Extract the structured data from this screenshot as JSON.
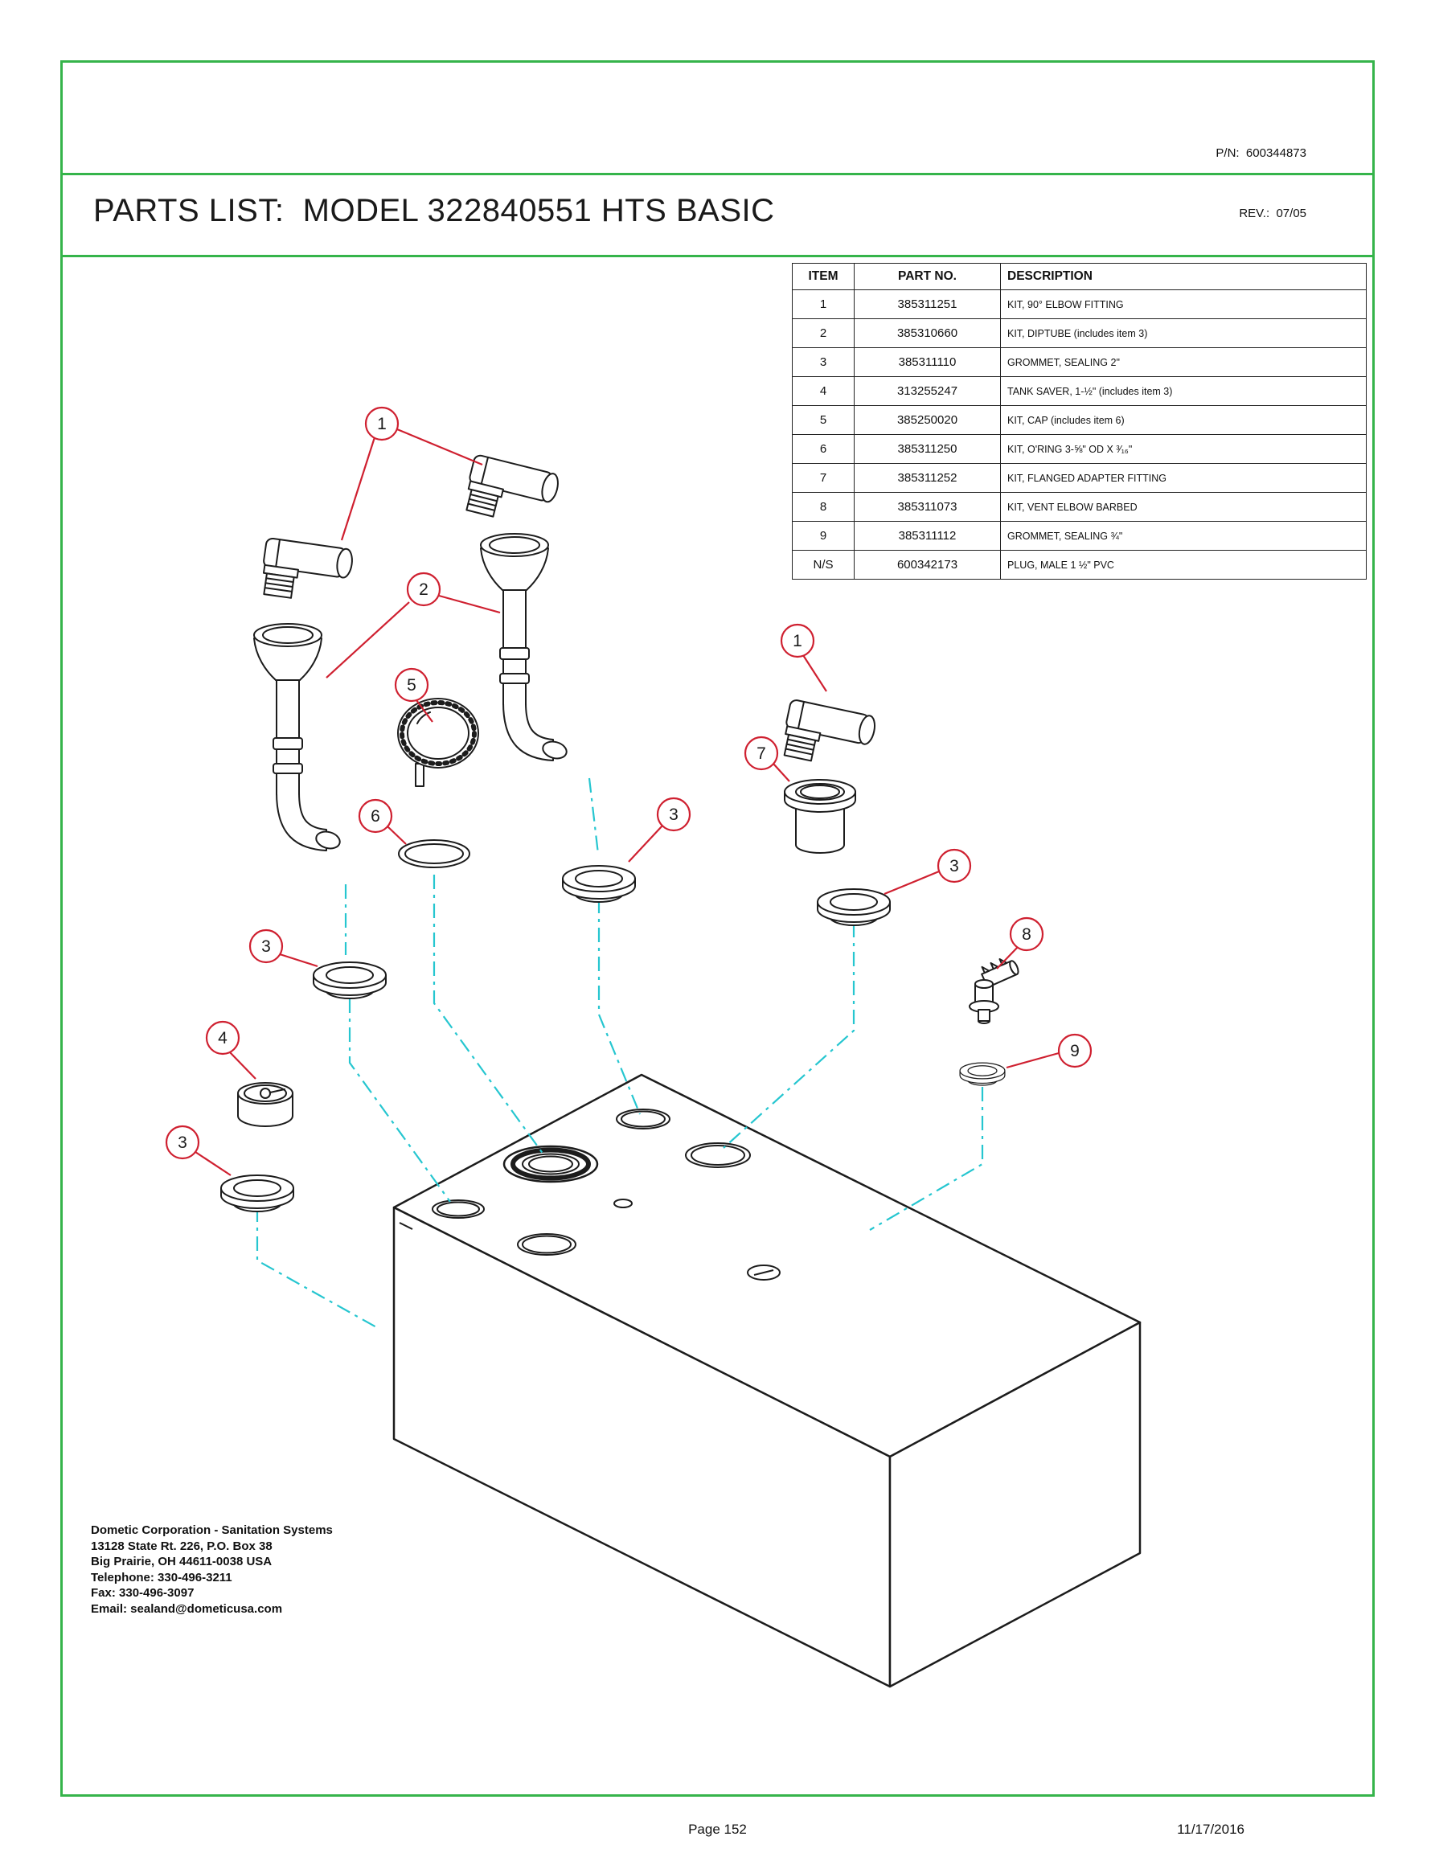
{
  "colors": {
    "frame_green": "#35b44a",
    "callout_red": "#cf2030",
    "centerline_cyan": "#26c6d0",
    "line_black": "#1c1c1c"
  },
  "header": {
    "pn_line": "P/N:  600344873",
    "rev_line": "REV.:  07/05",
    "title": "PARTS LIST:  MODEL 322840551 HTS BASIC"
  },
  "table": {
    "headers": [
      "ITEM",
      "PART NO.",
      "DESCRIPTION"
    ],
    "rows": [
      {
        "item": "1",
        "part_no": "385311251",
        "description": "KIT, 90° ELBOW FITTING"
      },
      {
        "item": "2",
        "part_no": "385310660",
        "description": "KIT, DIPTUBE (includes item 3)"
      },
      {
        "item": "3",
        "part_no": "385311110",
        "description": "GROMMET, SEALING 2\""
      },
      {
        "item": "4",
        "part_no": "313255247",
        "description": "TANK SAVER, 1-½\" (includes item 3)"
      },
      {
        "item": "5",
        "part_no": "385250020",
        "description": "KIT, CAP (includes item 6)"
      },
      {
        "item": "6",
        "part_no": "385311250",
        "description": "KIT, O'RING 3-⅝\" OD X ³⁄₁₆\""
      },
      {
        "item": "7",
        "part_no": "385311252",
        "description": "KIT, FLANGED ADAPTER FITTING"
      },
      {
        "item": "8",
        "part_no": "385311073",
        "description": "KIT, VENT ELBOW BARBED"
      },
      {
        "item": "9",
        "part_no": "385311112",
        "description": "GROMMET, SEALING ¾\""
      },
      {
        "item": "N/S",
        "part_no": "600342173",
        "description": "PLUG, MALE 1 ½\" PVC"
      }
    ]
  },
  "diagram": {
    "callouts": [
      "1",
      "2",
      "5",
      "6",
      "3",
      "1",
      "7",
      "3",
      "8",
      "9",
      "3",
      "4",
      "3"
    ]
  },
  "footer": {
    "company_lines": [
      "Dometic Corporation - Sanitation Systems",
      "13128 State Rt. 226, P.O. Box 38",
      "Big Prairie, OH 44611-0038 USA",
      "Telephone: 330-496-3211",
      "Fax: 330-496-3097",
      "Email: sealand@dometicusa.com"
    ],
    "page": "Page 152",
    "date": "11/17/2016"
  }
}
